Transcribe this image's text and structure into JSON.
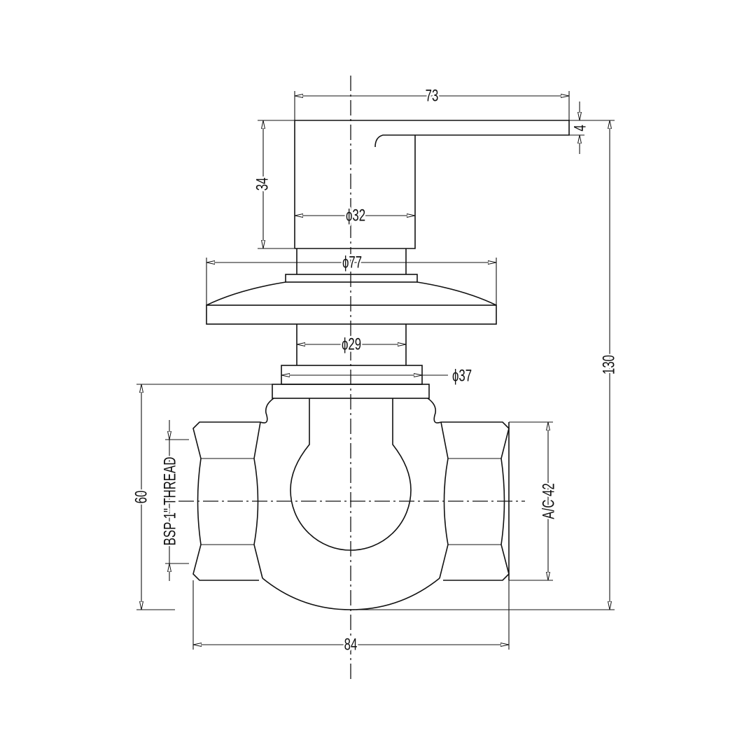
{
  "drawing": {
    "dimensions": {
      "handle_length": "73",
      "handle_thickness": "4",
      "handle_height": "34",
      "handle_diameter": "ϕ32",
      "flange_diameter": "ϕ77",
      "stem_diameter": "ϕ29",
      "ring_diameter": "ϕ37",
      "overall_height": "130",
      "body_height": "60",
      "thread": "BSP 1\" THREAD",
      "across_corners": "A/C 42",
      "body_width": "84"
    }
  }
}
